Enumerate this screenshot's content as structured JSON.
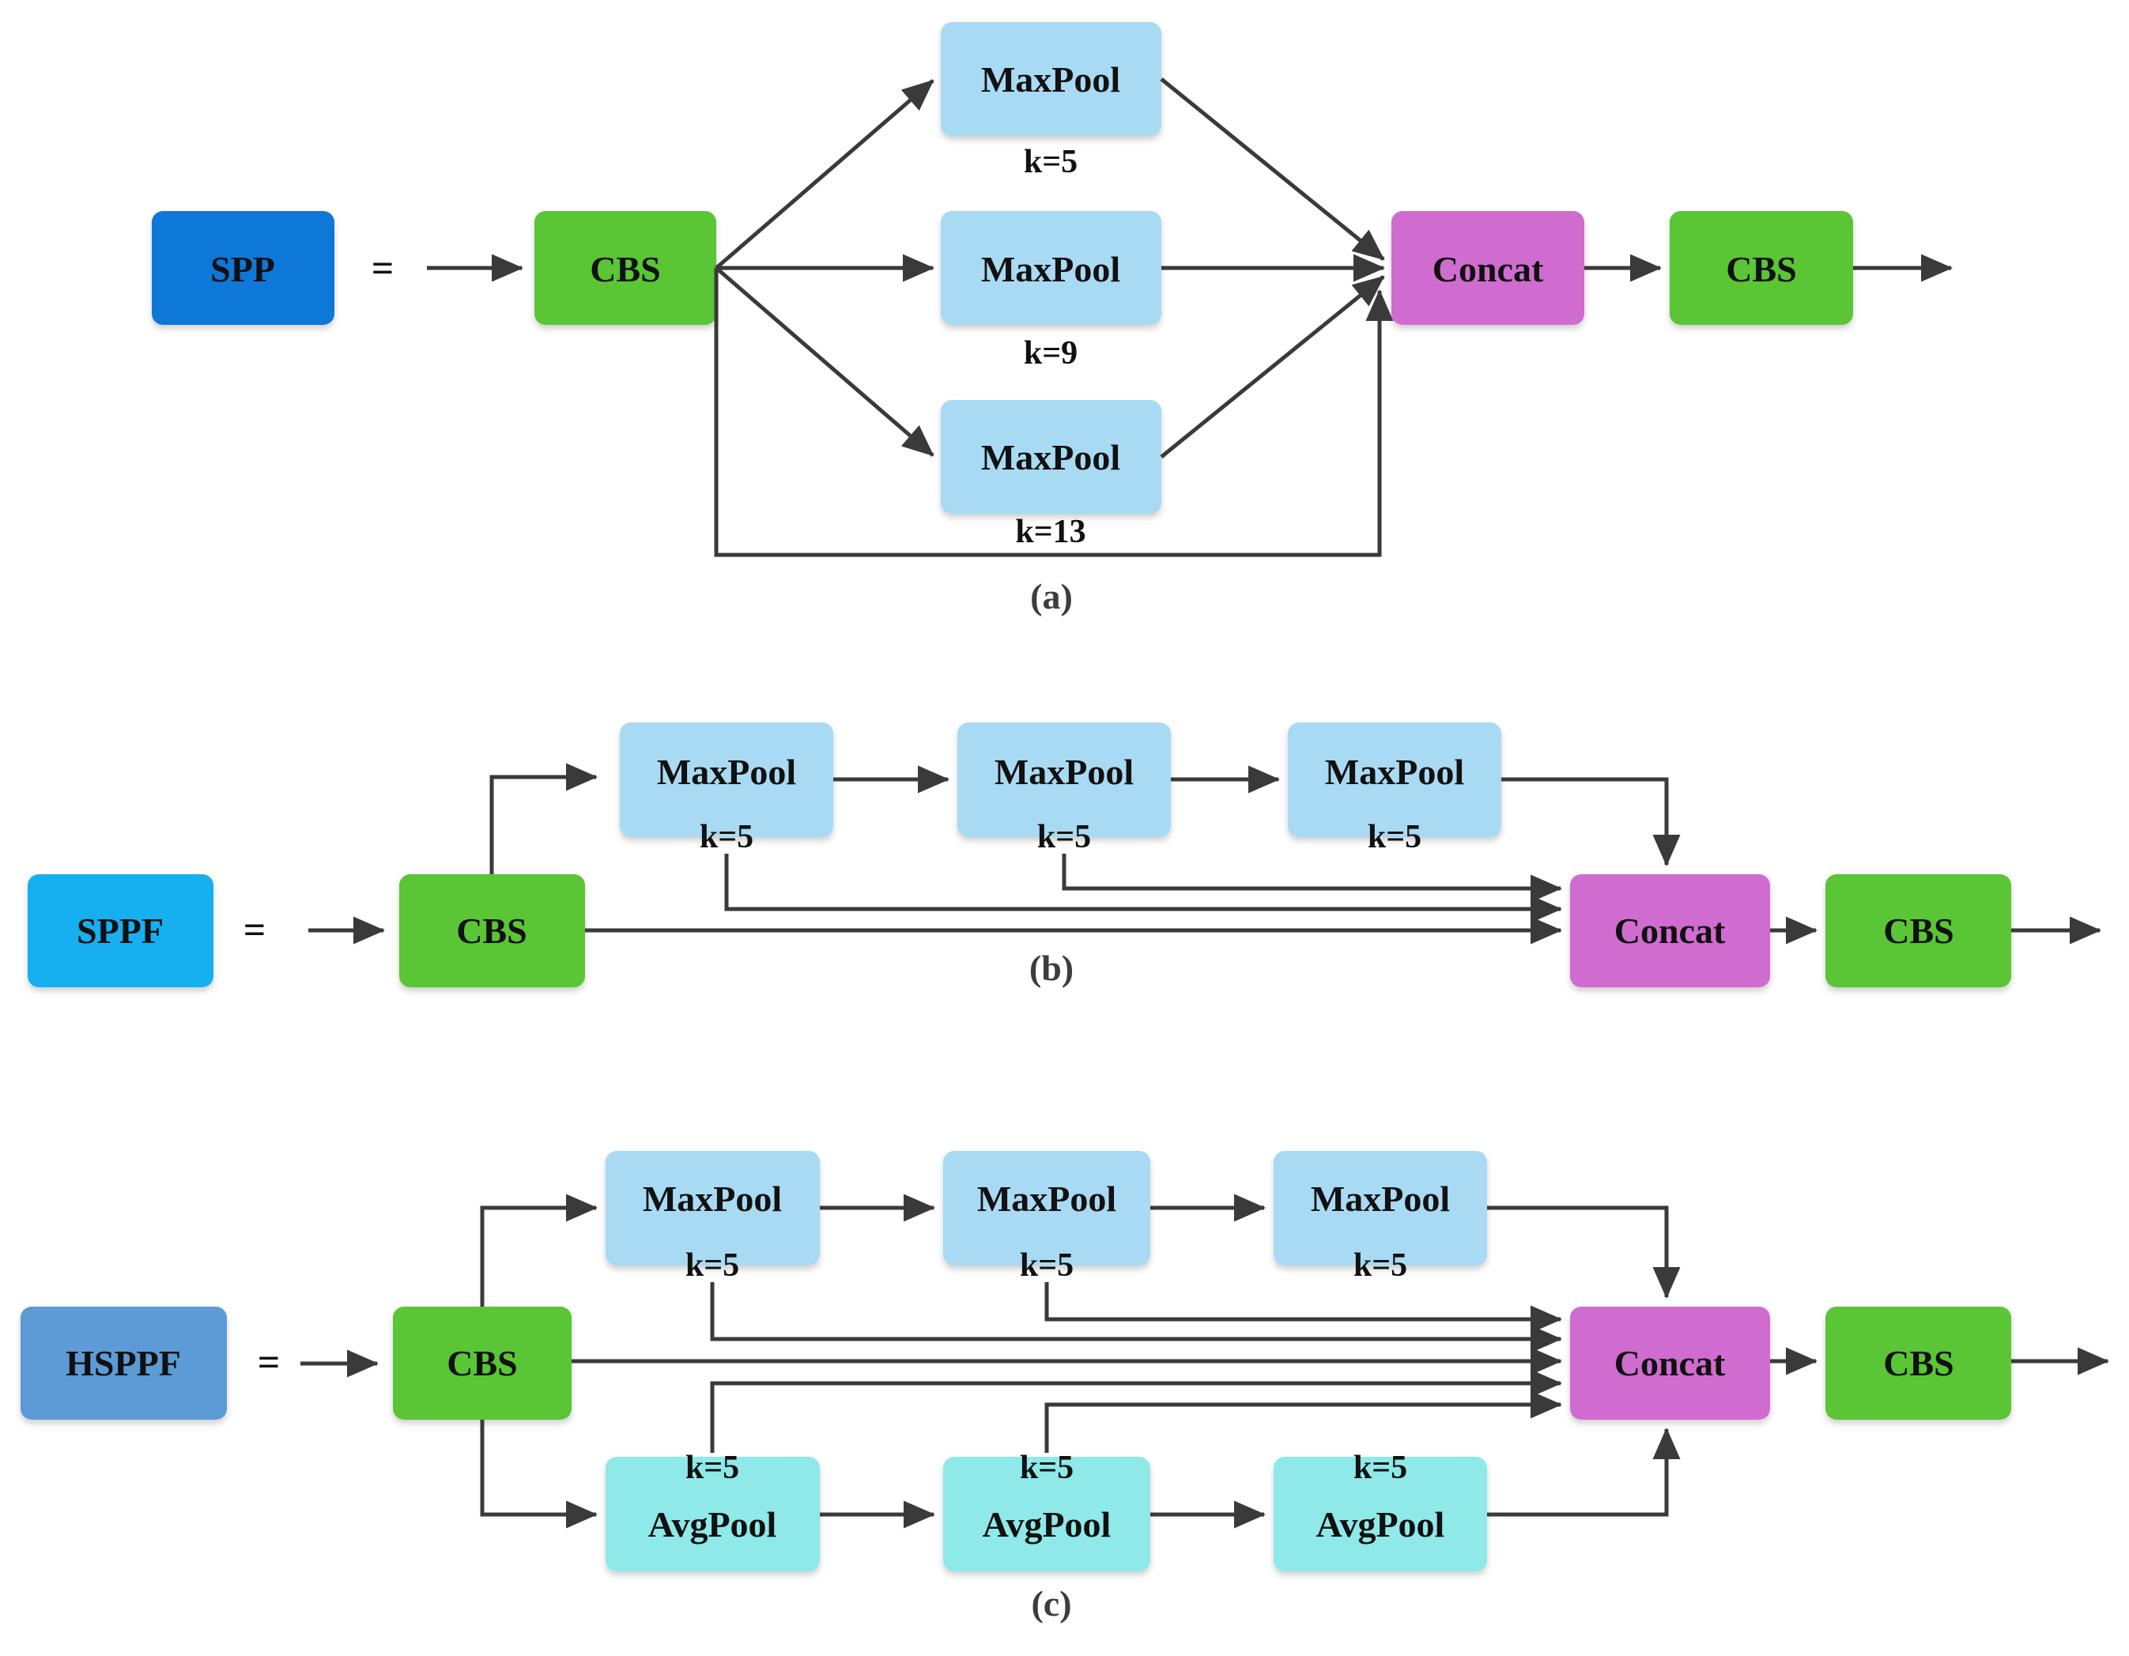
{
  "colors": {
    "spp": "#1178d8",
    "sppf": "#13b0f1",
    "hsppf": "#5b9bd5",
    "cbs": "#5ac534",
    "maxpool": "#a9daf3",
    "avgpool": "#8fe9e9",
    "concat": "#d06cd0",
    "line": "#3a3a3a",
    "text": "#111111",
    "caption": "#3d3d3d"
  },
  "panel_a": {
    "caption": "(a)",
    "module": "SPP",
    "equals": "=",
    "cbs_in": "CBS",
    "pools": [
      {
        "label": "MaxPool",
        "k": "k=5"
      },
      {
        "label": "MaxPool",
        "k": "k=9"
      },
      {
        "label": "MaxPool",
        "k": "k=13"
      }
    ],
    "concat": "Concat",
    "cbs_out": "CBS"
  },
  "panel_b": {
    "caption": "(b)",
    "module": "SPPF",
    "equals": "=",
    "cbs_in": "CBS",
    "pools": [
      {
        "label": "MaxPool",
        "k": "k=5"
      },
      {
        "label": "MaxPool",
        "k": "k=5"
      },
      {
        "label": "MaxPool",
        "k": "k=5"
      }
    ],
    "concat": "Concat",
    "cbs_out": "CBS"
  },
  "panel_c": {
    "caption": "(c)",
    "module": "HSPPF",
    "equals": "=",
    "cbs_in": "CBS",
    "max_pools": [
      {
        "label": "MaxPool",
        "k": "k=5"
      },
      {
        "label": "MaxPool",
        "k": "k=5"
      },
      {
        "label": "MaxPool",
        "k": "k=5"
      }
    ],
    "avg_pools": [
      {
        "label": "AvgPool",
        "k": "k=5"
      },
      {
        "label": "AvgPool",
        "k": "k=5"
      },
      {
        "label": "AvgPool",
        "k": "k=5"
      }
    ],
    "concat": "Concat",
    "cbs_out": "CBS"
  }
}
